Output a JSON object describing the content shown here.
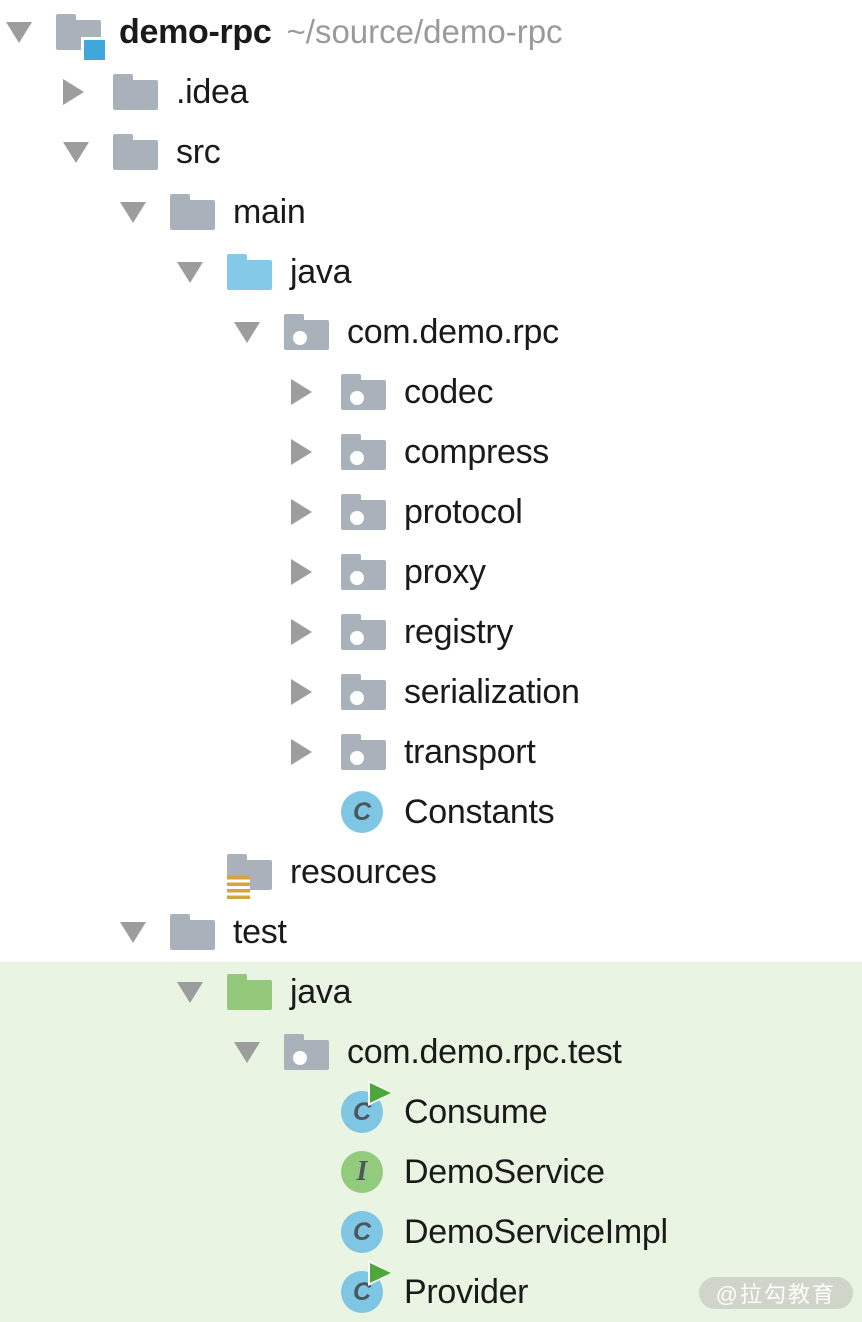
{
  "colors": {
    "text": "#1a1a1a",
    "path_gray": "#9a9a9a",
    "twisty_gray": "#9d9d9d",
    "folder_gray": "#a9b2ba",
    "folder_blue": "#85c9e9",
    "folder_green": "#94c97c",
    "class_blue": "#7ec6e3",
    "interface_green": "#92cb7c",
    "run_green": "#4ea73c",
    "resources_gold": "#d6a43d",
    "badge_blue": "#3fa7dc",
    "highlight_bg": "#eaf4e2",
    "watermark_bg": "#cfd6c9"
  },
  "icons": {
    "class_letter": "C",
    "interface_letter": "I"
  },
  "tree": {
    "rows": [
      {
        "label": "demo-rpc",
        "path": "~/source/demo-rpc",
        "level": 0,
        "icon": "project-root",
        "twisty": "expanded",
        "bold": true
      },
      {
        "label": ".idea",
        "level": 1,
        "icon": "folder",
        "twisty": "collapsed"
      },
      {
        "label": "src",
        "level": 1,
        "icon": "folder",
        "twisty": "expanded"
      },
      {
        "label": "main",
        "level": 2,
        "icon": "folder",
        "twisty": "expanded"
      },
      {
        "label": "java",
        "level": 3,
        "icon": "source-folder",
        "twisty": "expanded"
      },
      {
        "label": "com.demo.rpc",
        "level": 4,
        "icon": "package",
        "twisty": "expanded"
      },
      {
        "label": "codec",
        "level": 5,
        "icon": "package",
        "twisty": "collapsed"
      },
      {
        "label": "compress",
        "level": 5,
        "icon": "package",
        "twisty": "collapsed"
      },
      {
        "label": "protocol",
        "level": 5,
        "icon": "package",
        "twisty": "collapsed"
      },
      {
        "label": "proxy",
        "level": 5,
        "icon": "package",
        "twisty": "collapsed"
      },
      {
        "label": "registry",
        "level": 5,
        "icon": "package",
        "twisty": "collapsed"
      },
      {
        "label": "serialization",
        "level": 5,
        "icon": "package",
        "twisty": "collapsed"
      },
      {
        "label": "transport",
        "level": 5,
        "icon": "package",
        "twisty": "collapsed"
      },
      {
        "label": "Constants",
        "level": 5,
        "icon": "class",
        "twisty": "none"
      },
      {
        "label": "resources",
        "level": 3,
        "icon": "resources-folder",
        "twisty": "none"
      },
      {
        "label": "test",
        "level": 2,
        "icon": "folder",
        "twisty": "expanded"
      },
      {
        "label": "java",
        "level": 3,
        "icon": "test-source-folder",
        "twisty": "expanded",
        "highlight": true
      },
      {
        "label": "com.demo.rpc.test",
        "level": 4,
        "icon": "package",
        "twisty": "expanded",
        "highlight": true
      },
      {
        "label": "Consume",
        "level": 5,
        "icon": "class-run",
        "twisty": "none",
        "highlight": true
      },
      {
        "label": "DemoService",
        "level": 5,
        "icon": "interface",
        "twisty": "none",
        "highlight": true
      },
      {
        "label": "DemoServiceImpl",
        "level": 5,
        "icon": "class",
        "twisty": "none",
        "highlight": true
      },
      {
        "label": "Provider",
        "level": 5,
        "icon": "class-run",
        "twisty": "none",
        "highlight": true
      }
    ]
  },
  "watermark": {
    "text": "@拉勾教育"
  }
}
